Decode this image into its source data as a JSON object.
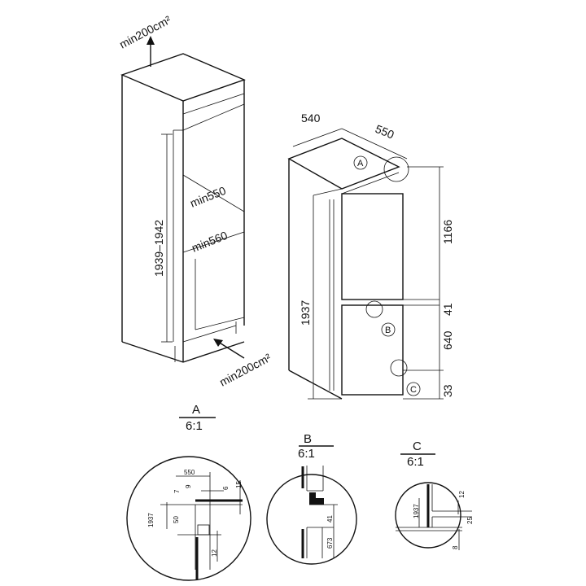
{
  "cabinet": {
    "vent_top": "min200cm²",
    "vent_bottom": "min200cm²",
    "height_range": "1939–1942",
    "depth_min": "min550",
    "width_min": "min560"
  },
  "appliance": {
    "width": "540",
    "depth": "550",
    "height": "1937",
    "upper_height": "1166",
    "gap": "41",
    "lower_height": "640",
    "base": "33",
    "markers": [
      "A",
      "B",
      "C"
    ]
  },
  "details": [
    {
      "label": "A",
      "scale": "6:1",
      "dims": [
        "550",
        "7",
        "9",
        "6",
        "15",
        "1937",
        "50",
        "12"
      ]
    },
    {
      "label": "B",
      "scale": "6:1",
      "dims": [
        "41",
        "673"
      ]
    },
    {
      "label": "C",
      "scale": "6:1",
      "dims": [
        "1937",
        "12",
        "25",
        "8"
      ]
    }
  ]
}
